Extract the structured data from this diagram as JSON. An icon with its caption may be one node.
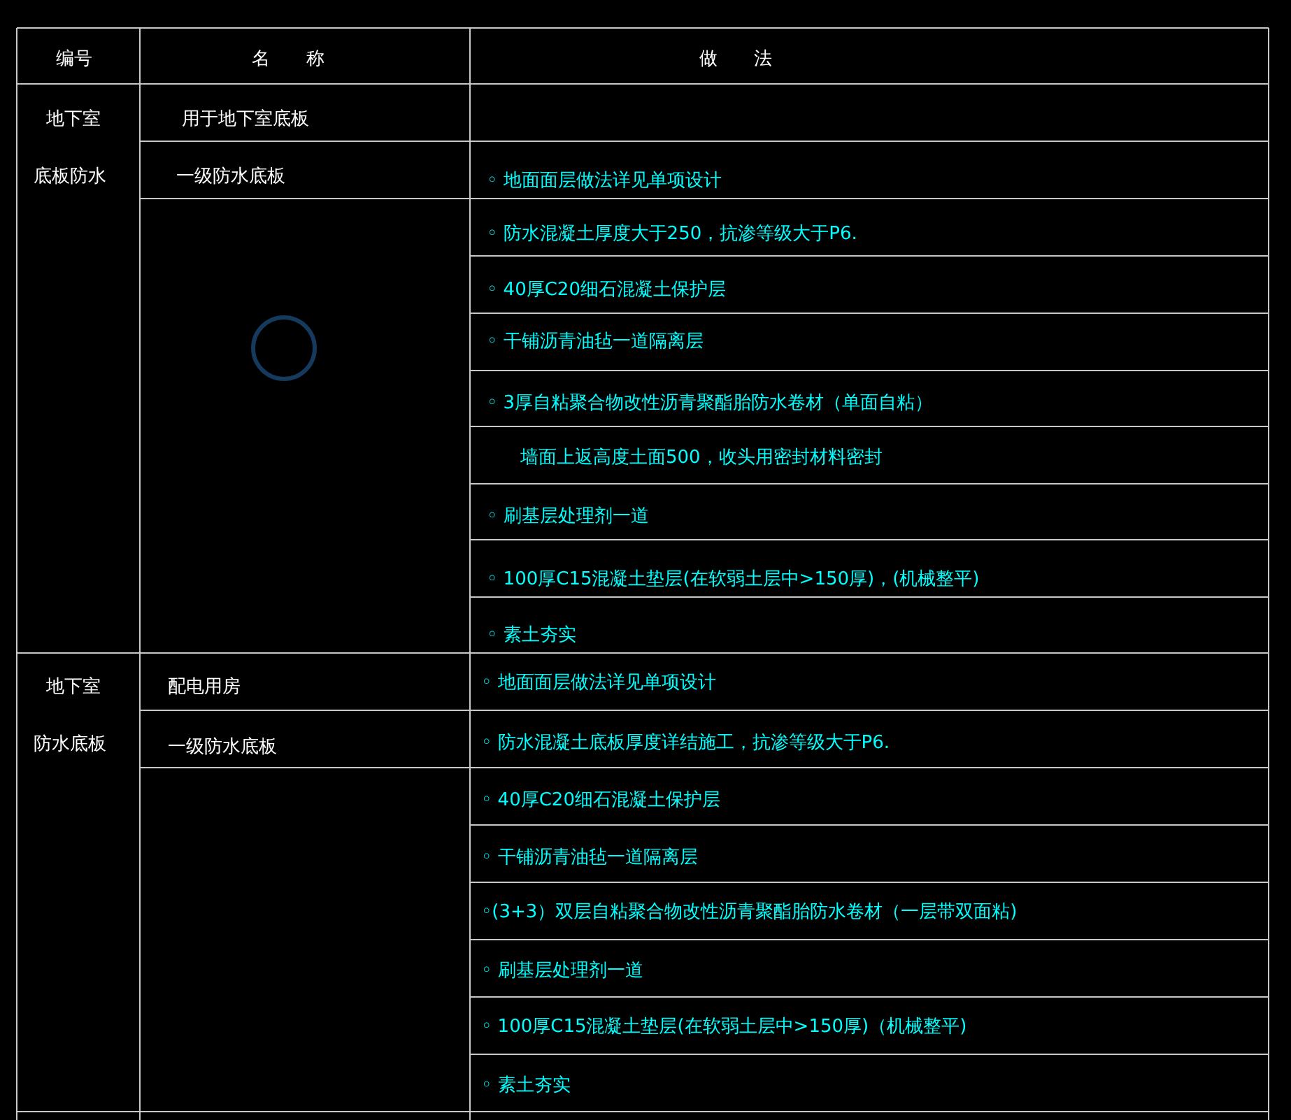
{
  "diagram": {
    "labels": [
      "编号",
      "名　　称",
      "做　　法",
      "地下室",
      "用于地下室底板",
      "底板防水",
      "一级防水底板",
      "◦  地面面层做法详见单项设计",
      "◦  防水混凝土厚度大于250，抗渗等级大于P6.",
      "◦  40厚C20细石混凝土保护层",
      "◦  干铺沥青油毡一道隔离层",
      "◦  3厚自粘聚合物改性沥青聚酯胎防水卷材（单面自粘）",
      "墙面上返高度土面500，收头用密封材料密封",
      "◦  刷基层处理剂一道",
      "◦  100厚C15混凝土垫层(在软弱土层中>150厚)，(机械整平)",
      "◦  素土夯实",
      "地下室",
      "配电用房",
      "◦ 地面面层做法详见单项设计",
      "防水底板",
      "一级防水底板",
      "◦ 防水混凝土底板厚度详结施工，抗渗等级大于P6.",
      "◦ 40厚C20细石混凝土保护层",
      "◦ 干铺沥青油毡一道隔离层",
      "◦(3+3）双层自粘聚合物改性沥青聚酯胎防水卷材（一层带双面粘)",
      "◦ 刷基层处理剂一道",
      "◦ 100厚C15混凝土垫层(在软弱土层中>150厚)（机械整平)",
      "◦ 素土夯实"
    ]
  }
}
